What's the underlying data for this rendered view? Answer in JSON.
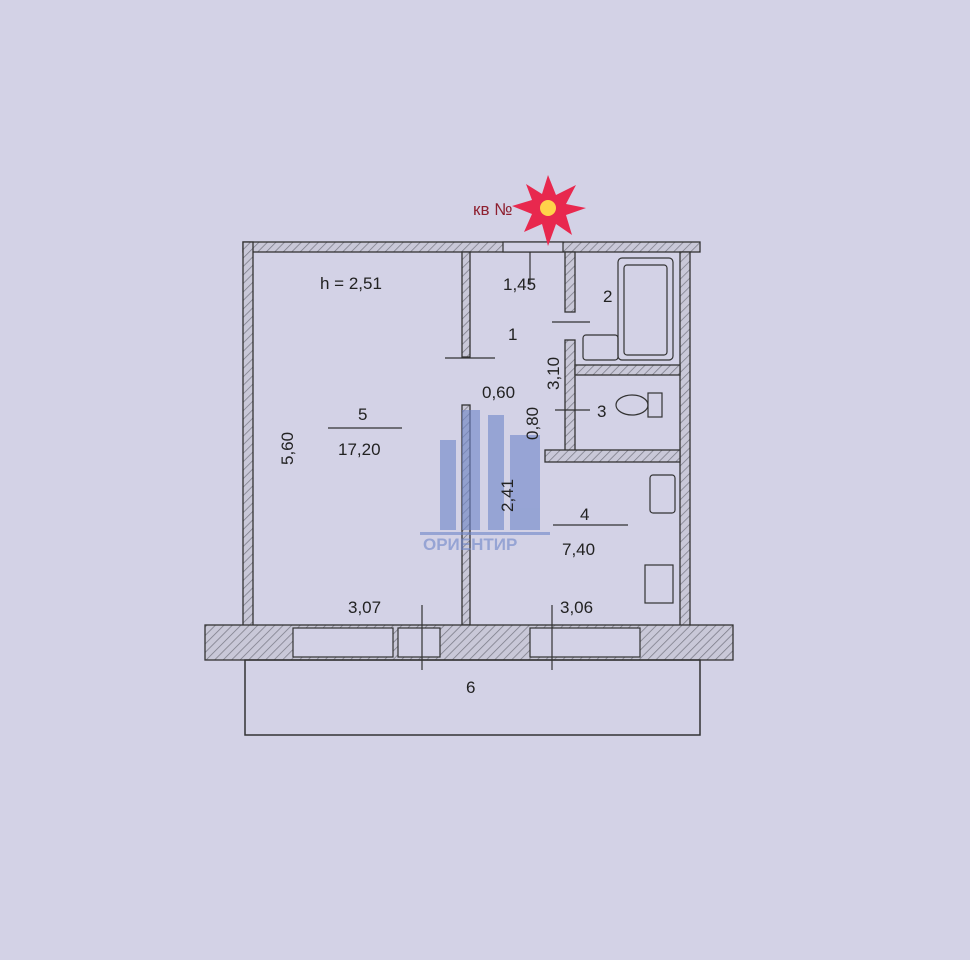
{
  "header": {
    "apartment_label": "кв №"
  },
  "plan": {
    "ceiling_height": "h = 2,51",
    "rooms": [
      {
        "number": "1",
        "area": null,
        "dims": [
          "1,45",
          "3,10",
          "0,60",
          "0,80"
        ]
      },
      {
        "number": "2"
      },
      {
        "number": "3"
      },
      {
        "number": "4",
        "area": "7,40",
        "dims": [
          "2,41",
          "3,06"
        ]
      },
      {
        "number": "5",
        "area": "17,20",
        "dims": [
          "5,60",
          "3,07"
        ]
      },
      {
        "number": "6"
      }
    ]
  },
  "watermark": {
    "text": "ОРИЕНТИР"
  },
  "colors": {
    "paper": "#d3d2e6",
    "ink": "#222222",
    "wall": "#8c8c96",
    "watermark": "#6f86c9",
    "sticker": "#e8284e"
  }
}
